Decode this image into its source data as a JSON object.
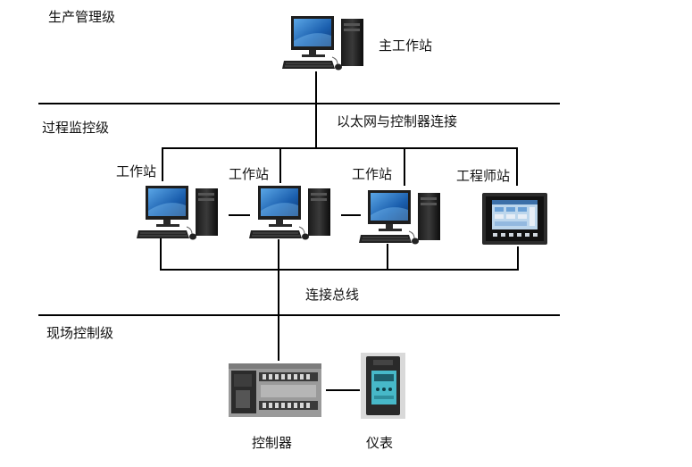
{
  "levels": {
    "production": "生产管理级",
    "process": "过程监控级",
    "field": "现场控制级"
  },
  "nodes": {
    "main_workstation": "主工作站",
    "ethernet": "以太网与控制器连接",
    "workstation_1": "工作站",
    "workstation_2": "工作站",
    "workstation_3": "工作站",
    "engineer_station": "工程师站",
    "bus": "连接总线",
    "controller": "控制器",
    "instrument": "仪表"
  }
}
